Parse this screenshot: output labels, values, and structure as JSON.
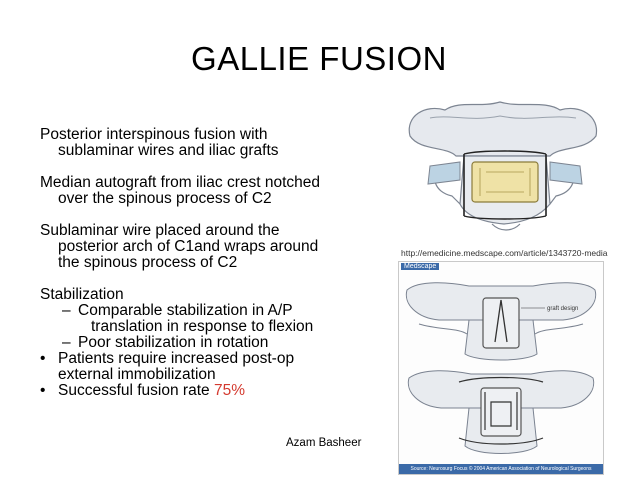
{
  "slide": {
    "title": "GALLIE FUSION",
    "paragraphs": [
      {
        "first": "Posterior interspinous fusion with",
        "rest": "sublaminar wires and iliac grafts"
      },
      {
        "first": "Median autograft from iliac crest notched",
        "rest": "over the spinous process of C2"
      },
      {
        "first": "Sublaminar wire placed around the",
        "rest": "posterior arch of C1and wraps around",
        "rest2": "the spinous process of C2"
      }
    ],
    "stabilization": {
      "heading": "Stabilization",
      "sub_items": [
        {
          "dash": "–",
          "first": "Comparable stabilization in A/P",
          "rest": "translation in response to flexion"
        },
        {
          "dash": "–",
          "first": "Poor stabilization in rotation"
        }
      ]
    },
    "bullets": [
      {
        "dot": "•",
        "first": "Patients require increased post-op",
        "rest": "external immobilization"
      },
      {
        "dot": "•",
        "text": "Successful fusion rate ",
        "accent": "75%"
      }
    ],
    "source_url": "http://emedicine.medscape.com/article/1343720-media",
    "author": "Azam Basheer",
    "image_brand": "Medscape",
    "image_annotation": "graft design",
    "image_caption": "Source: Neurosurg Focus © 2004 American Association of Neurological Surgeons"
  },
  "colors": {
    "accent": "#d43a2f",
    "bone": "#e6e9ee",
    "graft": "#efe2a6"
  }
}
